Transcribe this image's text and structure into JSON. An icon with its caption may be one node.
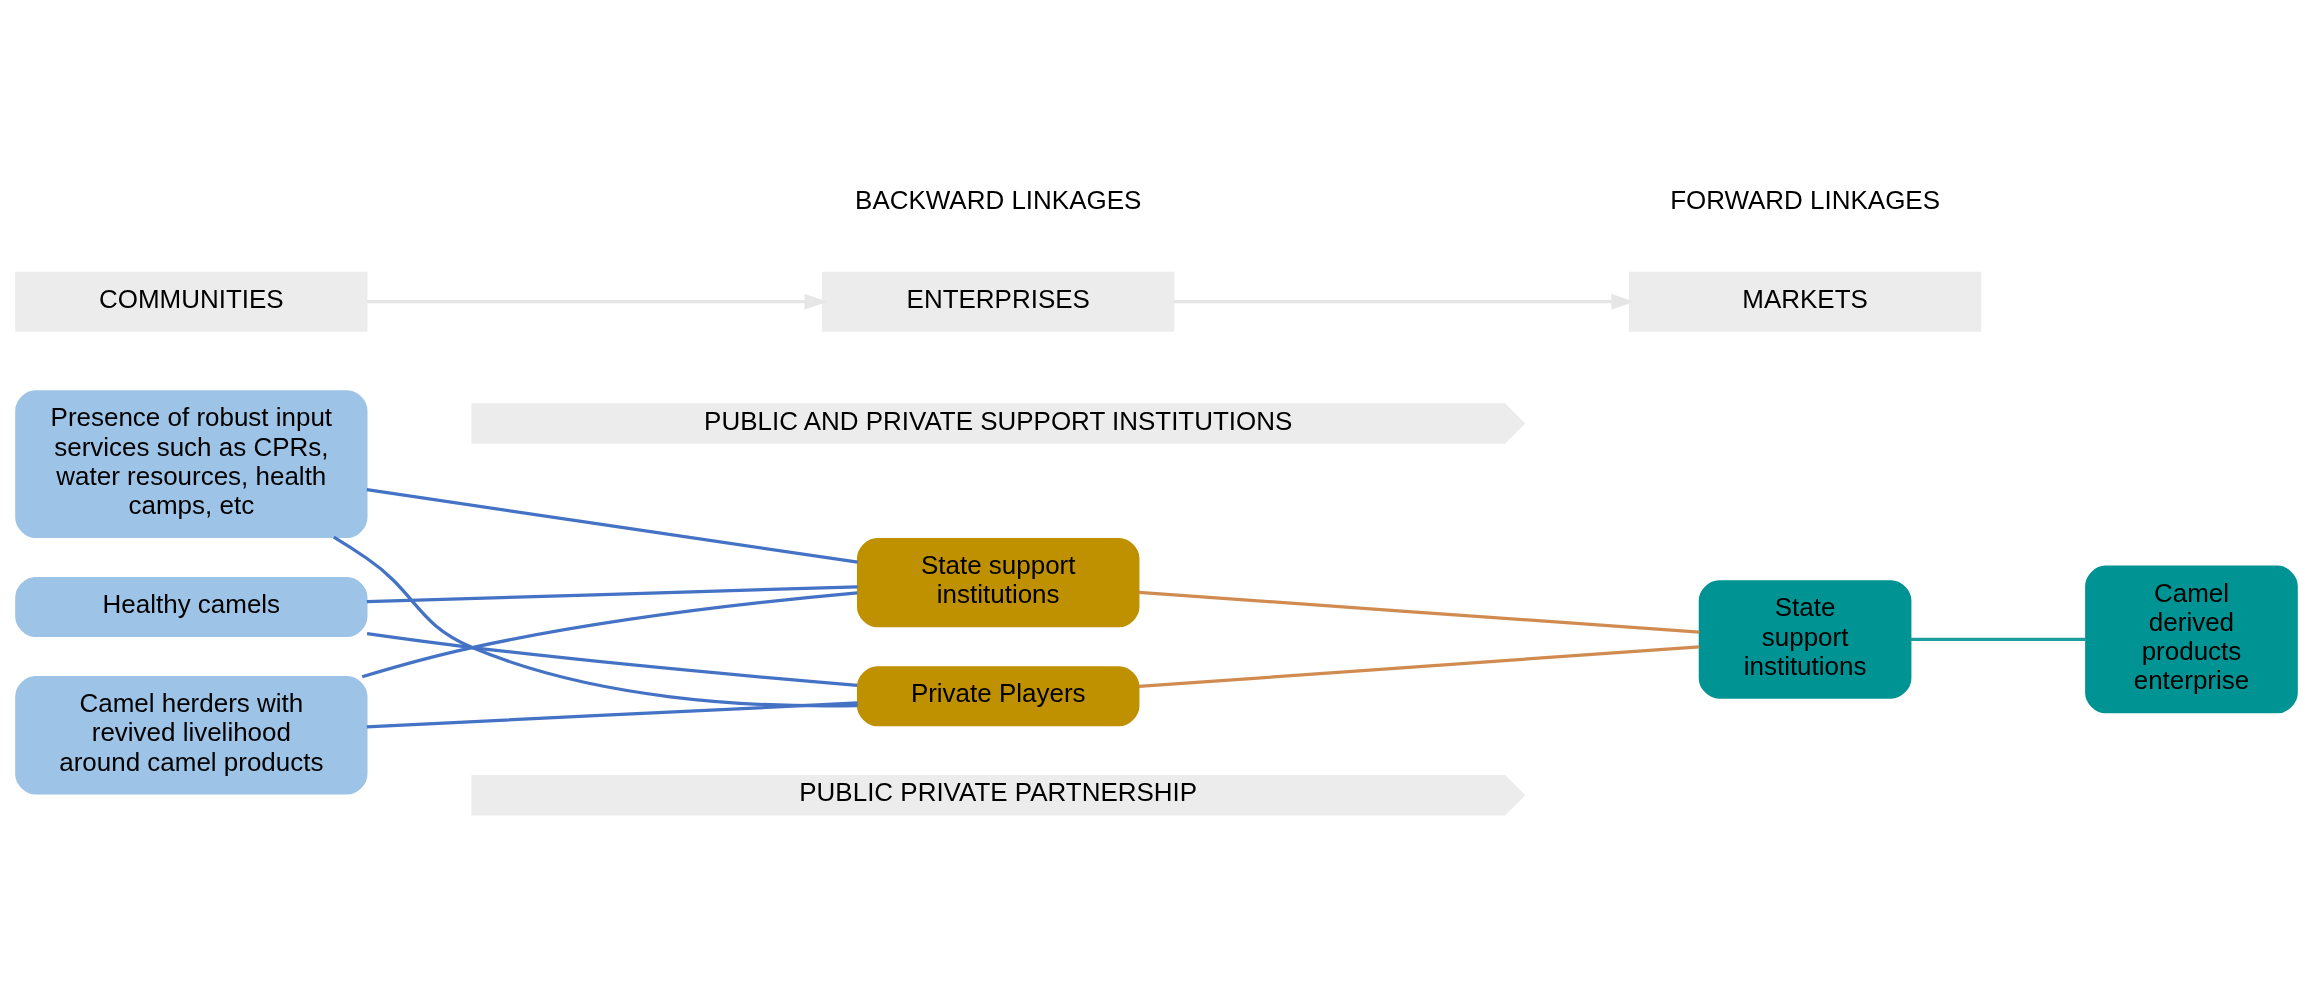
{
  "diagram": {
    "nodes": [
      {
        "text": [
          "PUBLIC PRIVATE PARTNERSHIP"
        ]
      },
      {
        "text": [
          "Presence of robust input services such as CPRs, water resources, health camps, etc"
        ]
      },
      {
        "text": [
          "Healthy camels"
        ]
      },
      {
        "text": [
          "Camel herders with revived livelihood around camel products"
        ]
      },
      {
        "text": [
          "State support institutions"
        ]
      },
      {
        "text": [
          "Private Players"
        ]
      },
      {
        "text": [
          "State support institutions"
        ]
      },
      {
        "text": [
          "Camel derived products enterprise"
        ]
      },
      {
        "text": [
          "PUBLIC AND PRIVATE SUPPORT INSTITUTIONS"
        ]
      },
      {
        "text": [
          "COMMUNITIES"
        ]
      },
      {
        "text": [
          "ENTERPRISES"
        ]
      },
      {
        "text": [
          "MARKETS"
        ]
      }
    ],
    "edges": [
      {
        "from": 1,
        "to": 4,
        "arrow": "none"
      },
      {
        "from": 1,
        "to": 5,
        "arrow": "none"
      },
      {
        "from": 2,
        "to": 4,
        "arrow": "none"
      },
      {
        "from": 2,
        "to": 5,
        "arrow": "none"
      },
      {
        "from": 3,
        "to": 4,
        "arrow": "none"
      },
      {
        "from": 3,
        "to": 5,
        "arrow": "none"
      },
      {
        "from": 4,
        "to": 6,
        "arrow": "none",
        "color": "#d08b50"
      },
      {
        "from": 5,
        "to": 6,
        "arrow": "none",
        "color": "#d08b50"
      },
      {
        "from": 6,
        "to": 7,
        "arrow": "none",
        "color": "#1a9e9e"
      },
      {
        "from": 9,
        "to": 10,
        "arrow": "to",
        "color": "#e6e6e6"
      },
      {
        "from": 10,
        "to": 11,
        "arrow": "to",
        "color": "#e6e6e6"
      }
    ],
    "labels": [
      "BACKWARD LINKAGES",
      "FORWARD LINKAGES"
    ]
  }
}
